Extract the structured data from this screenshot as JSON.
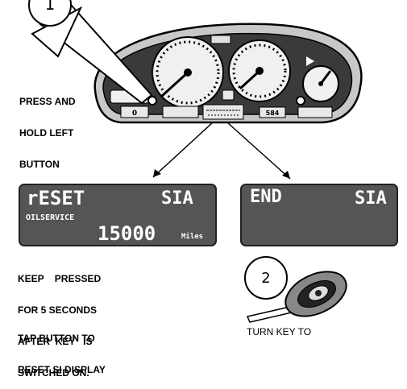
{
  "step1": {
    "number": "1"
  },
  "step2": {
    "number": "2"
  },
  "instructions": {
    "press_hold": [
      "PRESS AND",
      "HOLD LEFT",
      "BUTTON"
    ],
    "keep_pressed": [
      "KEEP    PRESSED",
      "FOR 5 SECONDS",
      "AFTER  KEY   IS",
      "SWITCHED ON."
    ],
    "tap_button": [
      "TAP BUTTON TO",
      "RESET SI DISPLAY"
    ],
    "turn_key": "TURN KEY TO"
  },
  "display_reset": {
    "mode": "rESET",
    "tag": "SIA",
    "service": "OILSERVICE",
    "value": "15000",
    "unit": "Miles"
  },
  "display_end": {
    "mode": "END",
    "tag": "SIA"
  },
  "cluster": {
    "segments": [
      "0",
      "",
      "",
      "",
      "584",
      ""
    ]
  }
}
